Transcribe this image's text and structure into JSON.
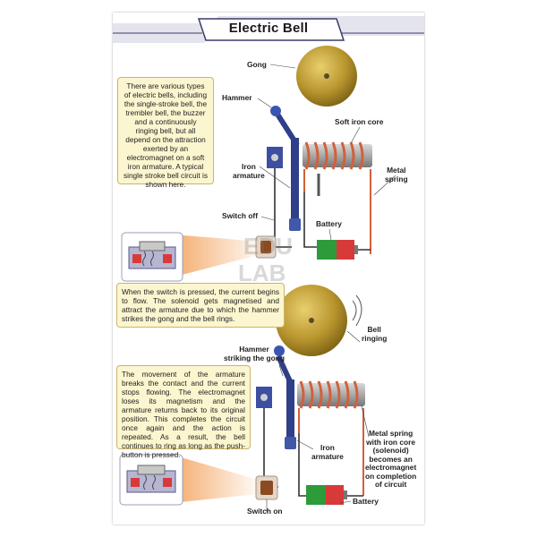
{
  "title": "Electric Bell",
  "intro_text": "There are various types of electric bells, including the single-stroke bell, the trembler bell, the buzzer and a continuously ringing bell, but all depend on the attraction exerted by an electromagnet on a soft iron armature. A typical single stroke bell circuit is shown here.",
  "switch_press_text": "When the switch is pressed, the current begins to flow. The solenoid gets magnetised and attract the armature due to which the hammer strikes the gong and the bell rings.",
  "ring_cycle_text": "The movement of the armature breaks the contact and the current stops flowing. The electromagnet loses its magnetism and the armature returns back to its original position. This completes the circuit once again and the action is repeated. As a result, the bell continues to ring as long as the push-button is pressed.",
  "labels": {
    "gong": "Gong",
    "hammer": "Hammer",
    "soft_iron_core": "Soft iron core",
    "iron_armature_top": "Iron\narmature",
    "metal_spring": "Metal\nspring",
    "switch_off": "Switch off",
    "battery_top": "Battery",
    "bell_ringing": "Bell\nringing",
    "hammer_striking": "Hammer\nstriking the gong",
    "metal_spring_core": "Metal spring\nwith iron core\n(solenoid)\nbecomes an\nelectromagnet\non completion\nof circuit",
    "iron_armature_bottom": "Iron\narmature",
    "battery_bottom": "Battery",
    "switch_on": "Switch on"
  },
  "watermark": {
    "line1": "EDU",
    "line2": "LAB"
  },
  "colors": {
    "gong": "#b8952e",
    "coil": "#d2603a",
    "wire": "#333333",
    "box_bg": "#fbf6cf",
    "battery_green": "#2e9b3a",
    "battery_red": "#d83a3a",
    "armature": "#2f3f88"
  }
}
